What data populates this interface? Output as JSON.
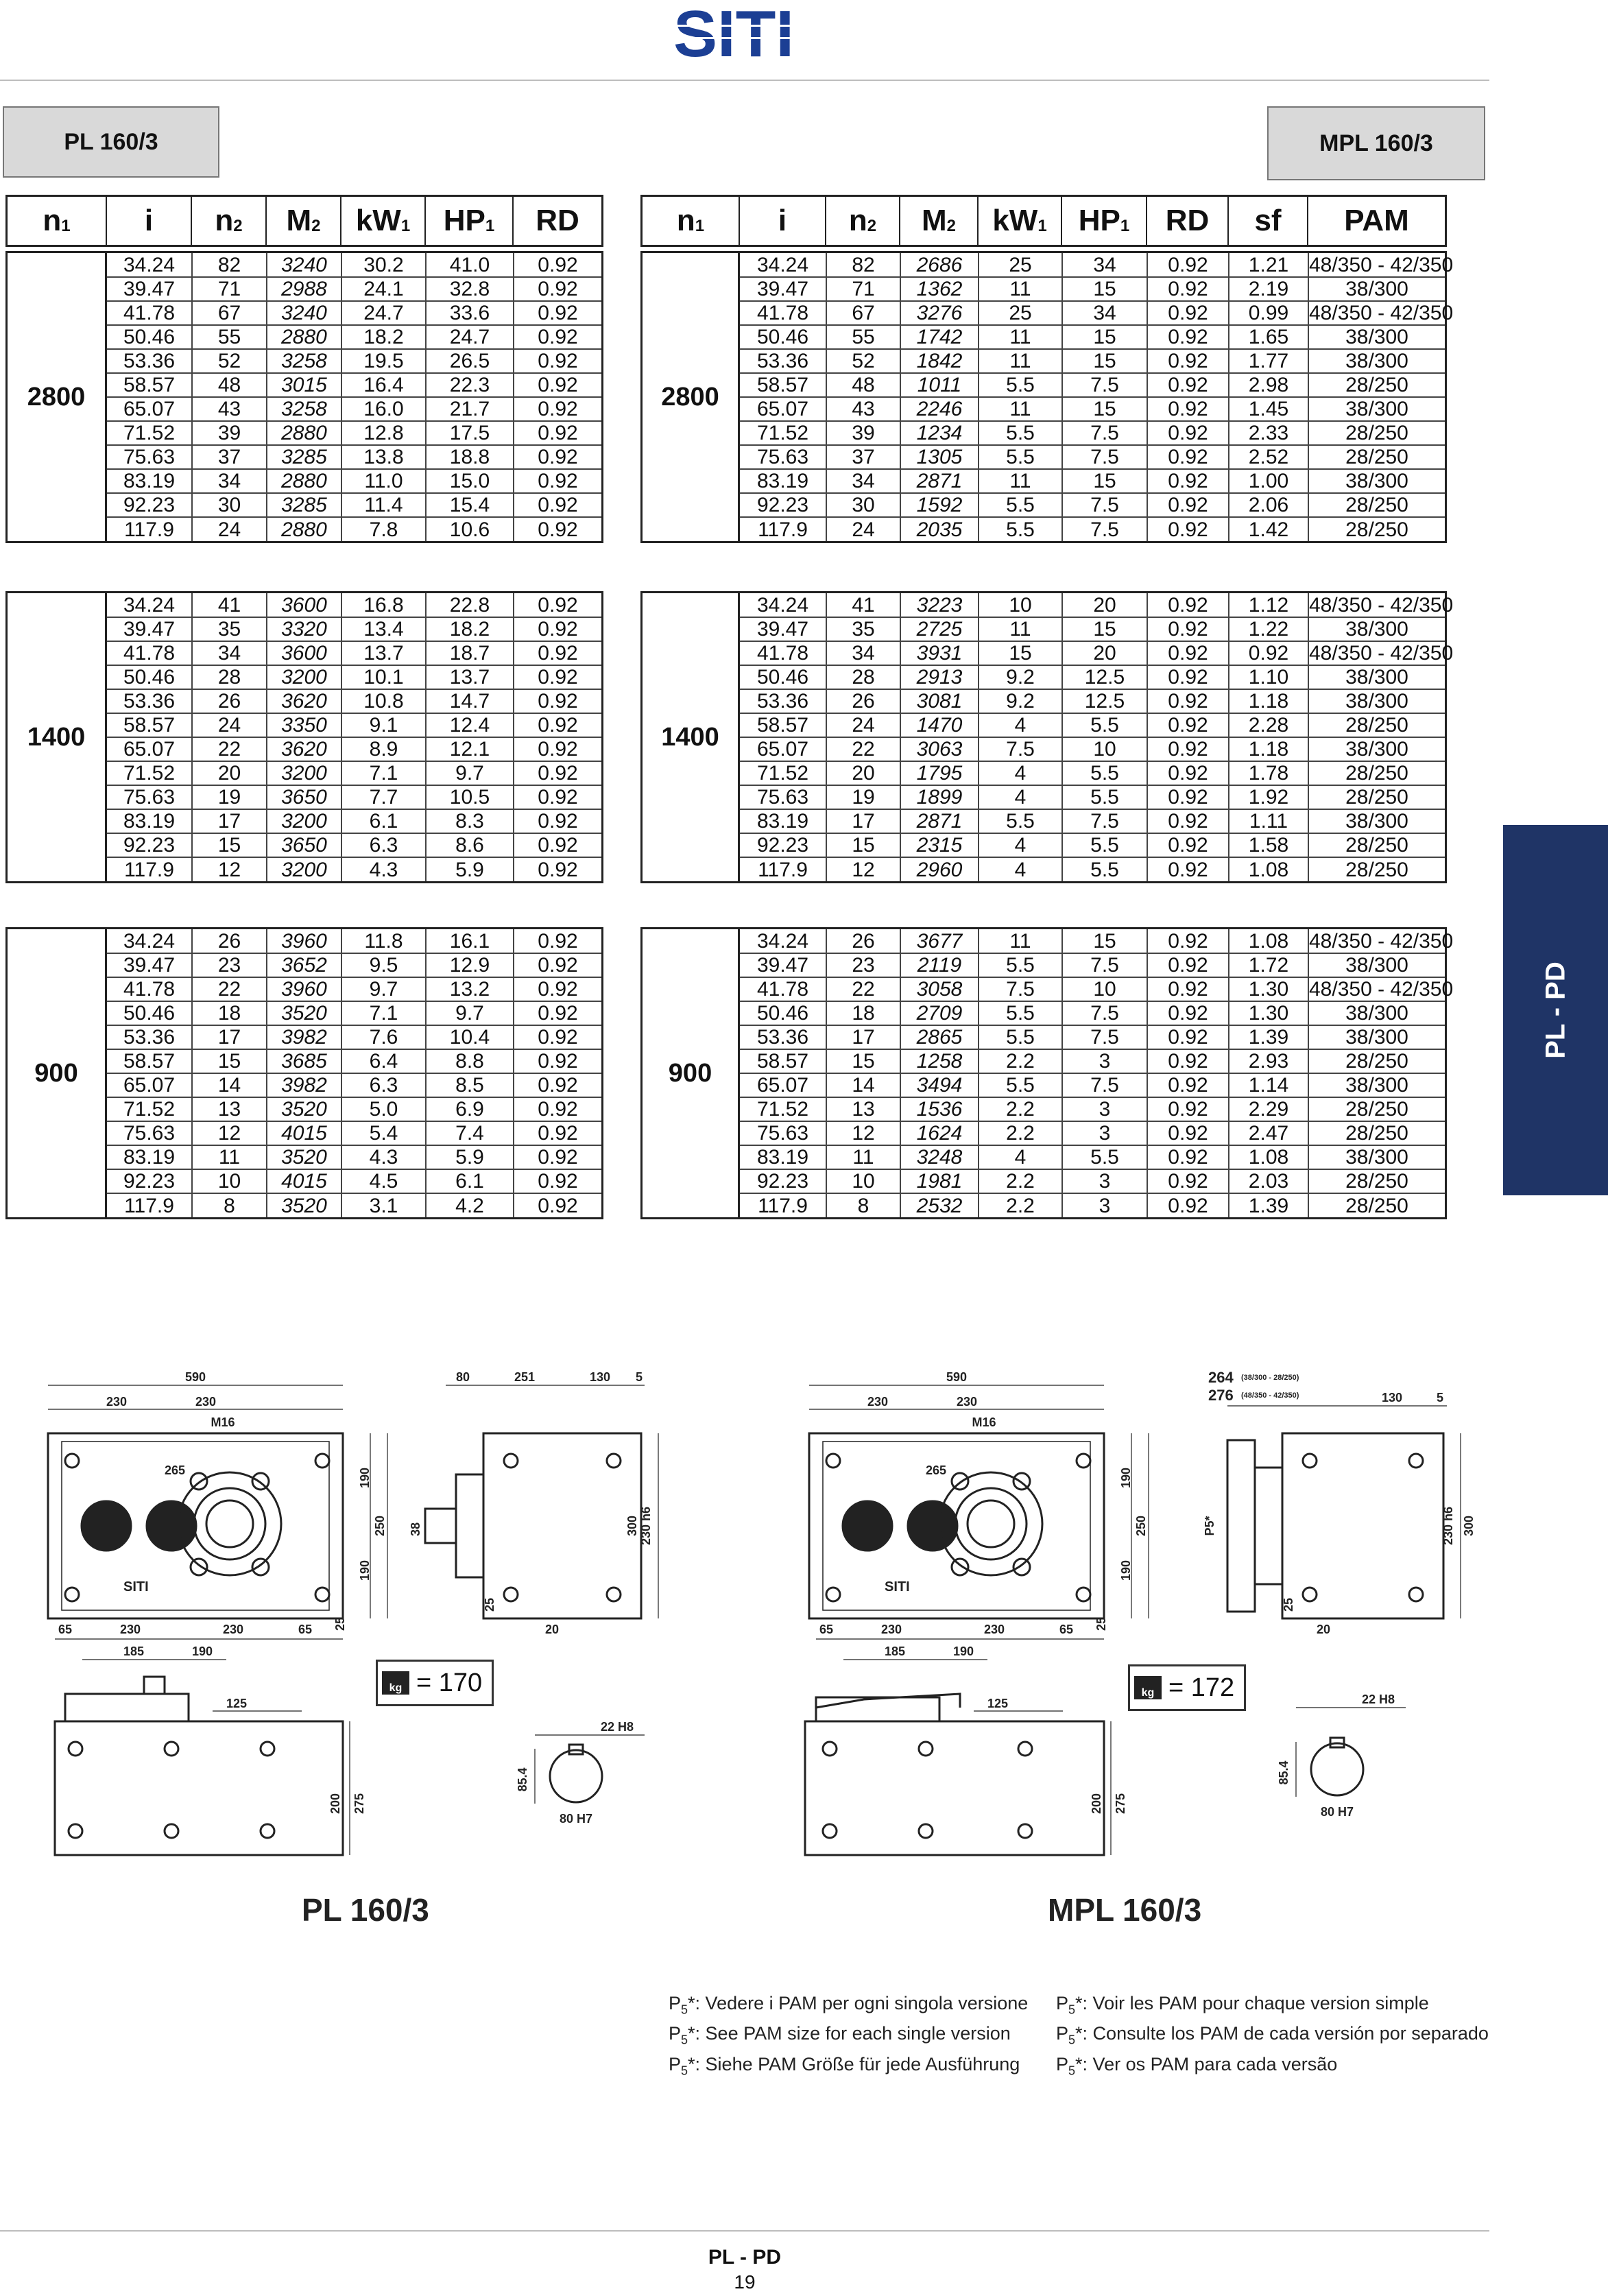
{
  "brand": {
    "logo_text": "SITI"
  },
  "left_model": "PL 160/3",
  "right_model": "MPL 160/3",
  "side_tab": "PL - PD",
  "left_table": {
    "blocks": [
      {
        "n1": "2800",
        "rows": [
          [
            "34.24",
            "82",
            "3240",
            "30.2",
            "41.0",
            "0.92"
          ],
          [
            "39.47",
            "71",
            "2988",
            "24.1",
            "32.8",
            "0.92"
          ],
          [
            "41.78",
            "67",
            "3240",
            "24.7",
            "33.6",
            "0.92"
          ],
          [
            "50.46",
            "55",
            "2880",
            "18.2",
            "24.7",
            "0.92"
          ],
          [
            "53.36",
            "52",
            "3258",
            "19.5",
            "26.5",
            "0.92"
          ],
          [
            "58.57",
            "48",
            "3015",
            "16.4",
            "22.3",
            "0.92"
          ],
          [
            "65.07",
            "43",
            "3258",
            "16.0",
            "21.7",
            "0.92"
          ],
          [
            "71.52",
            "39",
            "2880",
            "12.8",
            "17.5",
            "0.92"
          ],
          [
            "75.63",
            "37",
            "3285",
            "13.8",
            "18.8",
            "0.92"
          ],
          [
            "83.19",
            "34",
            "2880",
            "11.0",
            "15.0",
            "0.92"
          ],
          [
            "92.23",
            "30",
            "3285",
            "11.4",
            "15.4",
            "0.92"
          ],
          [
            "117.9",
            "24",
            "2880",
            "7.8",
            "10.6",
            "0.92"
          ]
        ]
      },
      {
        "n1": "1400",
        "rows": [
          [
            "34.24",
            "41",
            "3600",
            "16.8",
            "22.8",
            "0.92"
          ],
          [
            "39.47",
            "35",
            "3320",
            "13.4",
            "18.2",
            "0.92"
          ],
          [
            "41.78",
            "34",
            "3600",
            "13.7",
            "18.7",
            "0.92"
          ],
          [
            "50.46",
            "28",
            "3200",
            "10.1",
            "13.7",
            "0.92"
          ],
          [
            "53.36",
            "26",
            "3620",
            "10.8",
            "14.7",
            "0.92"
          ],
          [
            "58.57",
            "24",
            "3350",
            "9.1",
            "12.4",
            "0.92"
          ],
          [
            "65.07",
            "22",
            "3620",
            "8.9",
            "12.1",
            "0.92"
          ],
          [
            "71.52",
            "20",
            "3200",
            "7.1",
            "9.7",
            "0.92"
          ],
          [
            "75.63",
            "19",
            "3650",
            "7.7",
            "10.5",
            "0.92"
          ],
          [
            "83.19",
            "17",
            "3200",
            "6.1",
            "8.3",
            "0.92"
          ],
          [
            "92.23",
            "15",
            "3650",
            "6.3",
            "8.6",
            "0.92"
          ],
          [
            "117.9",
            "12",
            "3200",
            "4.3",
            "5.9",
            "0.92"
          ]
        ]
      },
      {
        "n1": "900",
        "rows": [
          [
            "34.24",
            "26",
            "3960",
            "11.8",
            "16.1",
            "0.92"
          ],
          [
            "39.47",
            "23",
            "3652",
            "9.5",
            "12.9",
            "0.92"
          ],
          [
            "41.78",
            "22",
            "3960",
            "9.7",
            "13.2",
            "0.92"
          ],
          [
            "50.46",
            "18",
            "3520",
            "7.1",
            "9.7",
            "0.92"
          ],
          [
            "53.36",
            "17",
            "3982",
            "7.6",
            "10.4",
            "0.92"
          ],
          [
            "58.57",
            "15",
            "3685",
            "6.4",
            "8.8",
            "0.92"
          ],
          [
            "65.07",
            "14",
            "3982",
            "6.3",
            "8.5",
            "0.92"
          ],
          [
            "71.52",
            "13",
            "3520",
            "5.0",
            "6.9",
            "0.92"
          ],
          [
            "75.63",
            "12",
            "4015",
            "5.4",
            "7.4",
            "0.92"
          ],
          [
            "83.19",
            "11",
            "3520",
            "4.3",
            "5.9",
            "0.92"
          ],
          [
            "92.23",
            "10",
            "4015",
            "4.5",
            "6.1",
            "0.92"
          ],
          [
            "117.9",
            "8",
            "3520",
            "3.1",
            "4.2",
            "0.92"
          ]
        ]
      }
    ]
  },
  "right_table": {
    "blocks": [
      {
        "n1": "2800",
        "rows": [
          [
            "34.24",
            "82",
            "2686",
            "25",
            "34",
            "0.92",
            "1.21",
            "48/350 - 42/350"
          ],
          [
            "39.47",
            "71",
            "1362",
            "11",
            "15",
            "0.92",
            "2.19",
            "38/300"
          ],
          [
            "41.78",
            "67",
            "3276",
            "25",
            "34",
            "0.92",
            "0.99",
            "48/350 - 42/350"
          ],
          [
            "50.46",
            "55",
            "1742",
            "11",
            "15",
            "0.92",
            "1.65",
            "38/300"
          ],
          [
            "53.36",
            "52",
            "1842",
            "11",
            "15",
            "0.92",
            "1.77",
            "38/300"
          ],
          [
            "58.57",
            "48",
            "1011",
            "5.5",
            "7.5",
            "0.92",
            "2.98",
            "28/250"
          ],
          [
            "65.07",
            "43",
            "2246",
            "11",
            "15",
            "0.92",
            "1.45",
            "38/300"
          ],
          [
            "71.52",
            "39",
            "1234",
            "5.5",
            "7.5",
            "0.92",
            "2.33",
            "28/250"
          ],
          [
            "75.63",
            "37",
            "1305",
            "5.5",
            "7.5",
            "0.92",
            "2.52",
            "28/250"
          ],
          [
            "83.19",
            "34",
            "2871",
            "11",
            "15",
            "0.92",
            "1.00",
            "38/300"
          ],
          [
            "92.23",
            "30",
            "1592",
            "5.5",
            "7.5",
            "0.92",
            "2.06",
            "28/250"
          ],
          [
            "117.9",
            "24",
            "2035",
            "5.5",
            "7.5",
            "0.92",
            "1.42",
            "28/250"
          ]
        ]
      },
      {
        "n1": "1400",
        "rows": [
          [
            "34.24",
            "41",
            "3223",
            "10",
            "20",
            "0.92",
            "1.12",
            "48/350 - 42/350"
          ],
          [
            "39.47",
            "35",
            "2725",
            "11",
            "15",
            "0.92",
            "1.22",
            "38/300"
          ],
          [
            "41.78",
            "34",
            "3931",
            "15",
            "20",
            "0.92",
            "0.92",
            "48/350 - 42/350"
          ],
          [
            "50.46",
            "28",
            "2913",
            "9.2",
            "12.5",
            "0.92",
            "1.10",
            "38/300"
          ],
          [
            "53.36",
            "26",
            "3081",
            "9.2",
            "12.5",
            "0.92",
            "1.18",
            "38/300"
          ],
          [
            "58.57",
            "24",
            "1470",
            "4",
            "5.5",
            "0.92",
            "2.28",
            "28/250"
          ],
          [
            "65.07",
            "22",
            "3063",
            "7.5",
            "10",
            "0.92",
            "1.18",
            "38/300"
          ],
          [
            "71.52",
            "20",
            "1795",
            "4",
            "5.5",
            "0.92",
            "1.78",
            "28/250"
          ],
          [
            "75.63",
            "19",
            "1899",
            "4",
            "5.5",
            "0.92",
            "1.92",
            "28/250"
          ],
          [
            "83.19",
            "17",
            "2871",
            "5.5",
            "7.5",
            "0.92",
            "1.11",
            "38/300"
          ],
          [
            "92.23",
            "15",
            "2315",
            "4",
            "5.5",
            "0.92",
            "1.58",
            "28/250"
          ],
          [
            "117.9",
            "12",
            "2960",
            "4",
            "5.5",
            "0.92",
            "1.08",
            "28/250"
          ]
        ]
      },
      {
        "n1": "900",
        "rows": [
          [
            "34.24",
            "26",
            "3677",
            "11",
            "15",
            "0.92",
            "1.08",
            "48/350 - 42/350"
          ],
          [
            "39.47",
            "23",
            "2119",
            "5.5",
            "7.5",
            "0.92",
            "1.72",
            "38/300"
          ],
          [
            "41.78",
            "22",
            "3058",
            "7.5",
            "10",
            "0.92",
            "1.30",
            "48/350 - 42/350"
          ],
          [
            "50.46",
            "18",
            "2709",
            "5.5",
            "7.5",
            "0.92",
            "1.30",
            "38/300"
          ],
          [
            "53.36",
            "17",
            "2865",
            "5.5",
            "7.5",
            "0.92",
            "1.39",
            "38/300"
          ],
          [
            "58.57",
            "15",
            "1258",
            "2.2",
            "3",
            "0.92",
            "2.93",
            "28/250"
          ],
          [
            "65.07",
            "14",
            "3494",
            "5.5",
            "7.5",
            "0.92",
            "1.14",
            "38/300"
          ],
          [
            "71.52",
            "13",
            "1536",
            "2.2",
            "3",
            "0.92",
            "2.29",
            "28/250"
          ],
          [
            "75.63",
            "12",
            "1624",
            "2.2",
            "3",
            "0.92",
            "2.47",
            "28/250"
          ],
          [
            "83.19",
            "11",
            "3248",
            "4",
            "5.5",
            "0.92",
            "1.08",
            "38/300"
          ],
          [
            "92.23",
            "10",
            "1981",
            "2.2",
            "3",
            "0.92",
            "2.03",
            "28/250"
          ],
          [
            "117.9",
            "8",
            "2532",
            "2.2",
            "3",
            "0.92",
            "1.39",
            "28/250"
          ]
        ]
      }
    ]
  },
  "drawings": {
    "left": {
      "caption": "PL 160/3",
      "weight": "= 170",
      "dims": {
        "d590": "590",
        "d230a": "230",
        "d230b": "230",
        "m16": "M16",
        "d265": "265",
        "d190a": "190",
        "d250": "250",
        "d190b": "190",
        "d65a": "65",
        "d230c": "230",
        "d230d": "230",
        "d65b": "65",
        "d25a": "25",
        "d80": "80",
        "d251": "251",
        "d130": "130",
        "d5": "5",
        "d38": "38",
        "d230h6": "230 h6",
        "d300": "300",
        "d25b": "25",
        "d20": "20",
        "d185": "185",
        "d190c": "190",
        "d125": "125",
        "d200": "200",
        "d275": "275",
        "d22h8": "22 H8",
        "d854": "85.4",
        "d80h7": "80 H7",
        "body_logo": "SITI"
      }
    },
    "right": {
      "caption": "MPL 160/3",
      "weight": "= 172",
      "dims": {
        "d590": "590",
        "d230a": "230",
        "d230b": "230",
        "m16": "M16",
        "d265": "265",
        "d190a": "190",
        "d250": "250",
        "d190b": "190",
        "p5": "P5*",
        "d65a": "65",
        "d230c": "230",
        "d230d": "230",
        "d65b": "65",
        "d25a": "25",
        "d264": "264",
        "d264n": "(38/300 - 28/250)",
        "d276": "276",
        "d276n": "(48/350 - 42/350)",
        "d130": "130",
        "d5": "5",
        "d230h6": "230 h6",
        "d300": "300",
        "d25b": "25",
        "d20": "20",
        "d185": "185",
        "d190c": "190",
        "d125": "125",
        "d200": "200",
        "d275": "275",
        "d22h8": "22 H8",
        "d854": "85.4",
        "d80h7": "80 H7",
        "body_logo": "SITI"
      }
    }
  },
  "notes": {
    "it": ": Vedere i PAM per ogni singola versione",
    "en": ": See PAM size for each single version",
    "de": ": Siehe PAM Größe für jede Ausführung",
    "fr": ": Voir les PAM pour chaque version simple",
    "es": ": Consulte los PAM de cada versión por separado",
    "pt": ": Ver os PAM para cada versão"
  },
  "footer": {
    "title": "PL - PD",
    "page": "19"
  }
}
